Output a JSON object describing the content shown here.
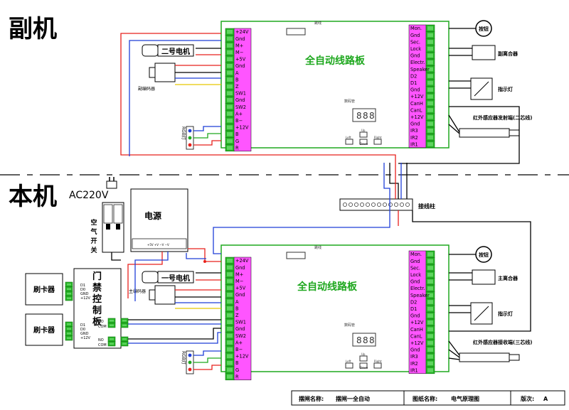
{
  "sections": {
    "secondary": "副机",
    "primary": "本机"
  },
  "voltage_label": "AC220V",
  "power_supply": "电源",
  "air_switch": "空气开关",
  "door_controller": "门禁控制板",
  "terminal_block": "接线柱",
  "card_reader": "刷卡器",
  "controller_pins": [
    "D1",
    "D0",
    "GND",
    "+12V"
  ],
  "controller_out": [
    "NO",
    "COM"
  ],
  "board": {
    "title": "全自动线路板",
    "left_pins": [
      "+24V",
      "Gnd",
      "M+",
      "M−",
      "+5V",
      "Gnd",
      "A",
      "B",
      "Z",
      "SW1",
      "Gnd",
      "SW2",
      "A+",
      "B−",
      "+12V",
      "B",
      "G",
      "R"
    ],
    "right_pins": [
      "Mon.",
      "Gnd",
      "Sec.",
      "Lock",
      "Gnd",
      "Electr.",
      "Speaker",
      "D2",
      "D1",
      "Gnd",
      "+12V",
      "CanH",
      "CanL",
      "+12V",
      "Gnd",
      "IR3",
      "IR2",
      "IR1"
    ],
    "display_label": "数码管",
    "display_digits": [
      "8",
      "8",
      "8"
    ],
    "buttons": [
      "Left",
      "Down",
      "Up",
      "Right"
    ],
    "jumper_label": "跳线",
    "rgb_label": "RGB灯",
    "power_header": "+5V +V −V −V"
  },
  "secondary_parts": {
    "motor": "二号电机",
    "encoder": "副编码器",
    "button": "按钮",
    "magnet": "副离合器",
    "indicator": "指示灯",
    "ir": "红外感应器发射端(二芯线)"
  },
  "primary_parts": {
    "motor": "一号电机",
    "encoder": "主编码器",
    "button": "按钮",
    "magnet": "主离合器",
    "indicator": "指示灯",
    "ir": "红外感应器接收端(三芯线)"
  },
  "title_block": {
    "product_label": "摆闸名称:",
    "product_value": "摆闸一全自动",
    "drawing_label": "图纸名称:",
    "drawing_value": "电气原理图",
    "version_label": "版次:",
    "version_value": "A"
  },
  "colors": {
    "board": "#1fa81f",
    "pin_bg": "#ff55ff",
    "terminal": "#27b427",
    "red": "#e8211c",
    "blue": "#1f3fd8",
    "yellow": "#e8c800",
    "black": "#000000"
  }
}
